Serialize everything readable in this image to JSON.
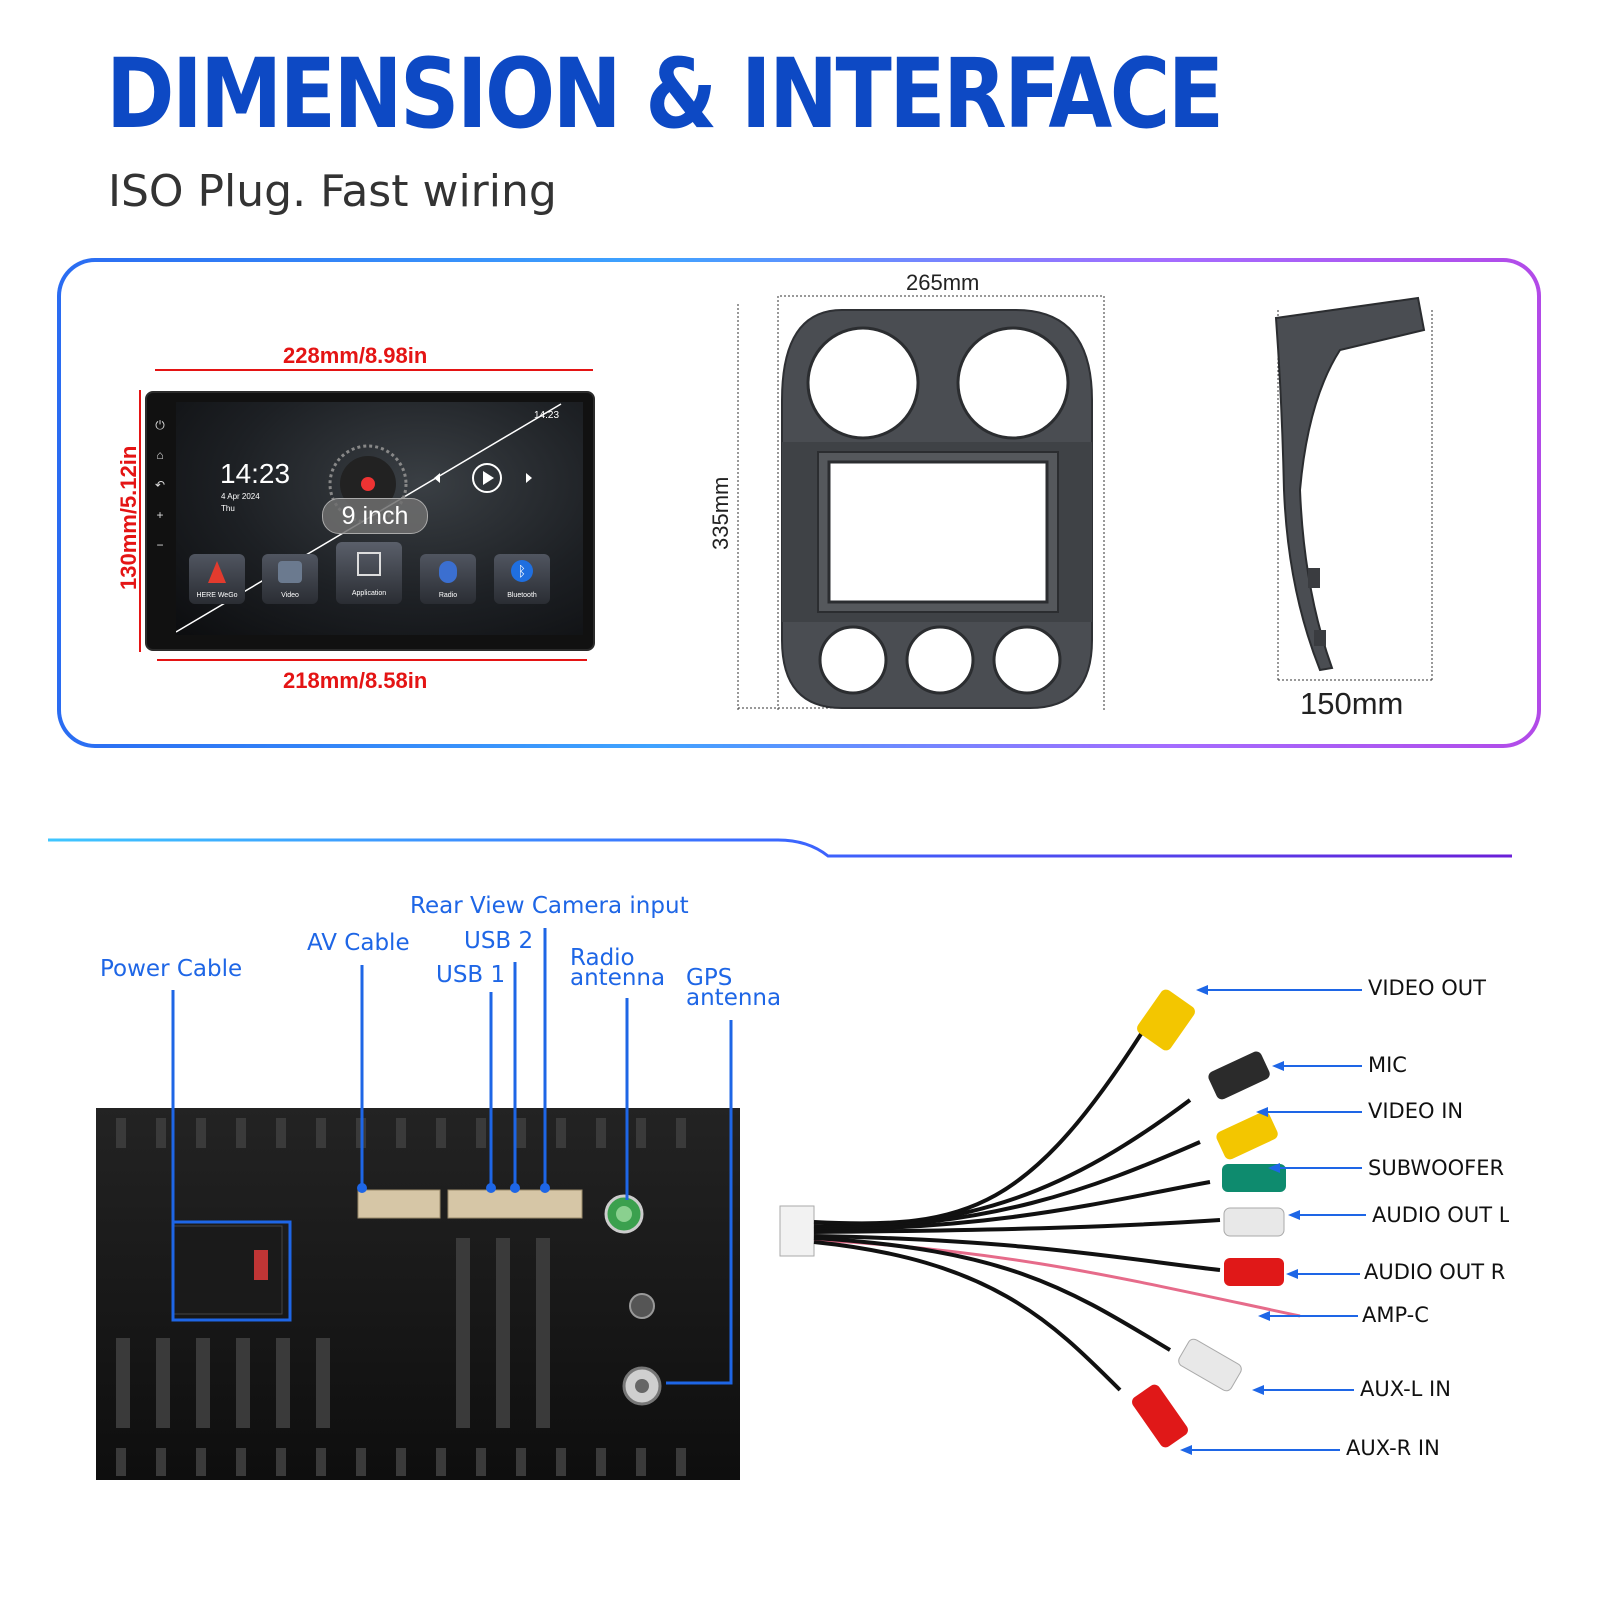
{
  "header": {
    "title": "DIMENSION & INTERFACE",
    "subtitle": "ISO Plug. Fast wiring"
  },
  "dimensions": {
    "top_width": "228mm/8.98in",
    "height": "130mm/5.12in",
    "bottom_width": "218mm/8.58in",
    "frame_width": "265mm",
    "frame_height": "335mm",
    "depth": "150mm"
  },
  "screen": {
    "time": "14:23",
    "date": "4 Apr 2024",
    "day": "Thu",
    "status_time": "14:23",
    "size_badge": "9 inch",
    "apps": [
      "HERE WeGo",
      "Video",
      "Application",
      "Radio",
      "Bluetooth"
    ]
  },
  "ports": {
    "power_cable": "Power Cable",
    "av_cable": "AV Cable",
    "usb1": "USB 1",
    "usb2": "USB 2",
    "rear_camera": "Rear View Camera input",
    "radio_antenna": [
      "Radio",
      "antenna"
    ],
    "gps_antenna": [
      "GPS",
      "antenna"
    ]
  },
  "wires": {
    "video_out": "VIDEO OUT",
    "mic": "MIC",
    "video_in": "VIDEO IN",
    "subwoofer": "SUBWOOFER",
    "audio_out_l": "AUDIO OUT L",
    "audio_out_r": "AUDIO OUT R",
    "amp_c": "AMP-C",
    "aux_l_in": "AUX-L IN",
    "aux_r_in": "AUX-R IN"
  },
  "colors": {
    "title_blue": "#0d49c4",
    "label_blue": "#1e66e6",
    "dimension_red": "#e41414",
    "plug_yellow": "#f3c600",
    "plug_green": "#0e8b6e",
    "plug_red": "#e01818"
  }
}
